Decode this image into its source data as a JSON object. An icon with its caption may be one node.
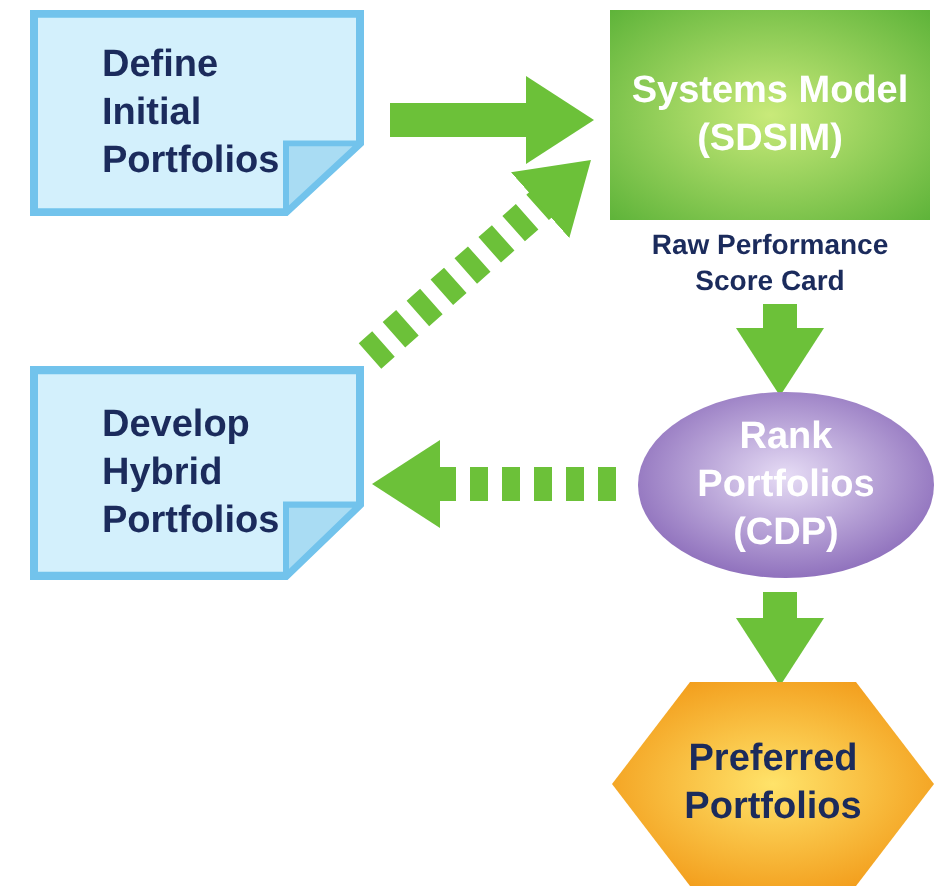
{
  "diagram": {
    "nodes": [
      {
        "text": [
          "Define Initial Portfolios"
        ]
      },
      {
        "text": [
          "Systems Model (SDSIM)"
        ],
        "beside": [
          "Raw Performance Score Card"
        ]
      },
      {
        "text": [
          "Develop Hybrid Portfolios"
        ]
      },
      {
        "text": [
          "Rank Portfolios (CDP)"
        ]
      },
      {
        "text": [
          "Preferred Portfolios"
        ]
      }
    ],
    "edges": [
      {
        "from": 0,
        "to": 1,
        "arrow": "to"
      },
      {
        "from": 2,
        "to": 1,
        "arrow": "to",
        "style": "dashed"
      },
      {
        "from": 1,
        "to": 3,
        "arrow": "to"
      },
      {
        "from": 3,
        "to": 2,
        "arrow": "to",
        "style": "dashed"
      },
      {
        "from": 3,
        "to": 4,
        "arrow": "to"
      }
    ]
  }
}
